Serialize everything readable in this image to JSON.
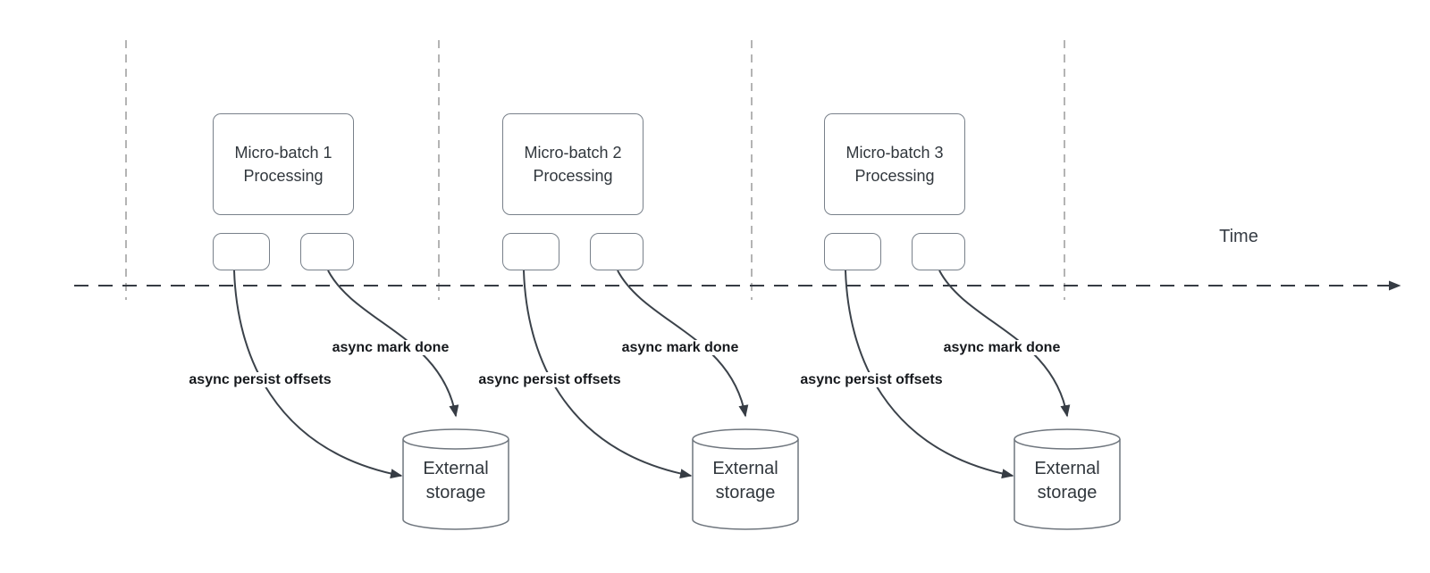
{
  "diagram": {
    "time_axis_label": "Time",
    "groups": [
      {
        "box_title_line1": "Micro-batch 1",
        "box_title_line2": "Processing",
        "persist_label": "async persist offsets",
        "mark_done_label": "async mark done",
        "storage_line1": "External",
        "storage_line2": "storage"
      },
      {
        "box_title_line1": "Micro-batch 2",
        "box_title_line2": "Processing",
        "persist_label": "async persist offsets",
        "mark_done_label": "async mark done",
        "storage_line1": "External",
        "storage_line2": "storage"
      },
      {
        "box_title_line1": "Micro-batch 3",
        "box_title_line2": "Processing",
        "persist_label": "async persist offsets",
        "mark_done_label": "async mark done",
        "storage_line1": "External",
        "storage_line2": "storage"
      }
    ],
    "colors": {
      "time_axis": "#363c44",
      "gridline": "#b4b4b4",
      "shape_border": "#78808a",
      "curve": "#3b424a",
      "label_text": "#16191d",
      "shape_text": "#31373d"
    }
  }
}
